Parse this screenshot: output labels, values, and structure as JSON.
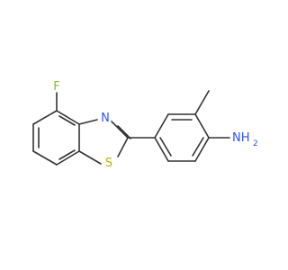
{
  "molecule": {
    "atom_labels": {
      "fluorine": "F",
      "nitrogen_ring": "N",
      "sulfur": "S",
      "amine": "NH",
      "amine_h_count": "2"
    },
    "colors": {
      "bond": "#333333",
      "fluorine": "#8fb83a",
      "nitrogen": "#3050f8",
      "sulfur": "#c8a800"
    }
  }
}
